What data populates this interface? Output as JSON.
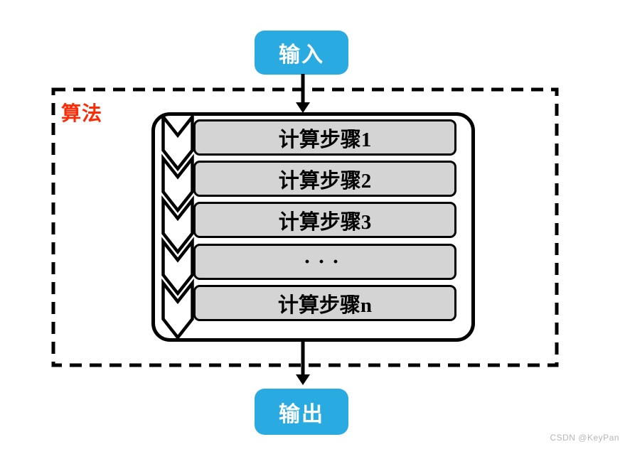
{
  "diagram": {
    "input_label": "输入",
    "output_label": "输出",
    "algorithm_label": "算法",
    "steps": [
      "计算步骤1",
      "计算步骤2",
      "计算步骤3",
      "···",
      "计算步骤n"
    ],
    "colors": {
      "io_box_fill": "#29ABE2",
      "io_box_text": "#ffffff",
      "algorithm_label_text": "#FF2B06",
      "step_bar_fill": "#D4D4D4",
      "outline": "#000000",
      "watermark_text": "#B4B7B9"
    }
  },
  "watermark": "CSDN @KeyPan"
}
